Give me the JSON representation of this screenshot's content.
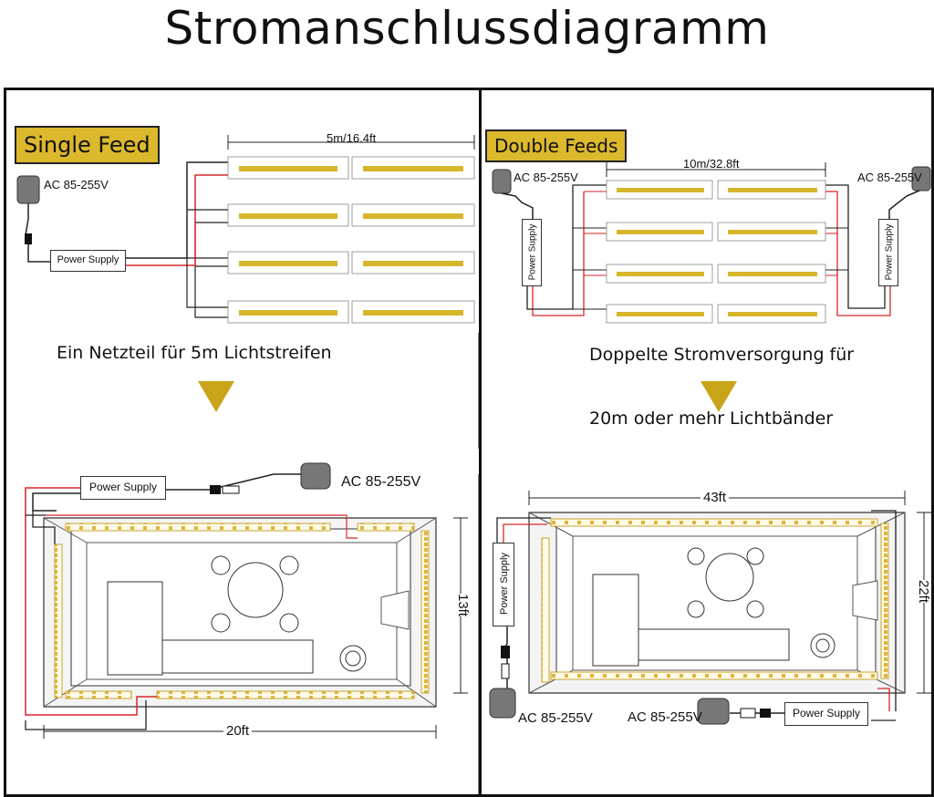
{
  "title": "Stromanschlussdiagramm",
  "colors": {
    "strip": "#d6b62a",
    "badge": "#dcb82d",
    "arrow": "#c9a418",
    "wire_red": "#d8262b",
    "wire_black": "#222222"
  },
  "single": {
    "badge": "Single Feed",
    "length": "5m/16.4ft",
    "ac_label": "AC 85-255V",
    "power_supply": "Power Supply",
    "caption": "Ein Netzteil für 5m Lichtstreifen",
    "room": {
      "power_supply": "Power Supply",
      "ac_label": "AC 85-255V",
      "width_label": "20ft",
      "height_label": "13ft"
    }
  },
  "double": {
    "badge": "Double Feeds",
    "length": "10m/32.8ft",
    "ac_label_left": "AC 85-255V",
    "ac_label_right": "AC 85-255V",
    "power_supply_left": "Power Supply",
    "power_supply_right": "Power Supply",
    "caption_line1": "Doppelte Stromversorgung für",
    "caption_line2": "20m oder mehr Lichtbänder",
    "room": {
      "power_supply_left": "Power Supply",
      "power_supply_right": "Power Supply",
      "ac_label_left": "AC 85-255V",
      "ac_label_right": "AC 85-255V",
      "width_label": "43ft",
      "height_label": "22ft"
    }
  }
}
